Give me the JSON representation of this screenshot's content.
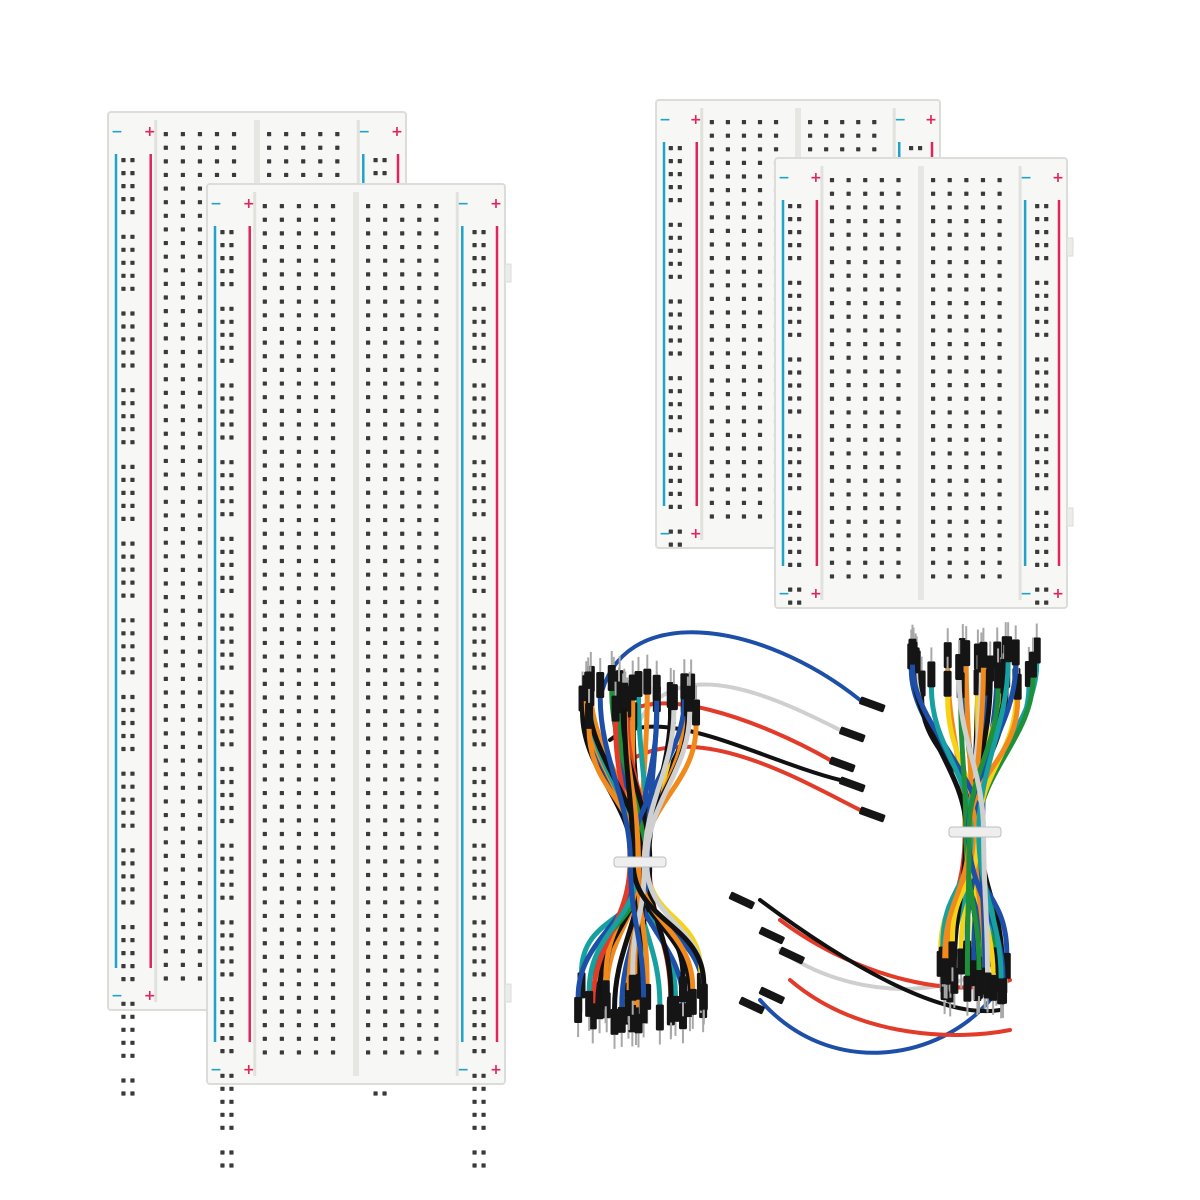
{
  "scene": {
    "background": "#ffffff",
    "breadboard_body": "#f7f7f5",
    "breadboard_edge": "#dcdcd8",
    "hole_color": "#3a3a3a",
    "rail_red": "#e2245c",
    "rail_blue": "#1fa3c9",
    "wire_colors": [
      "#111111",
      "#e23b2a",
      "#f5d316",
      "#f08a1c",
      "#17a0a0",
      "#1d4fa8",
      "#cfcfcf",
      "#1e8f3a"
    ]
  },
  "markings": {
    "plus": "+",
    "minus": "−"
  },
  "objects": [
    {
      "name": "full-breadboard-back",
      "kind": "breadboard-830"
    },
    {
      "name": "full-breadboard-front",
      "kind": "breadboard-830"
    },
    {
      "name": "half-breadboard-back",
      "kind": "breadboard-400"
    },
    {
      "name": "half-breadboard-front",
      "kind": "breadboard-400"
    },
    {
      "name": "jumper-wire-bundle-left",
      "kind": "jumper-wires"
    },
    {
      "name": "jumper-wire-bundle-right",
      "kind": "jumper-wires"
    }
  ]
}
